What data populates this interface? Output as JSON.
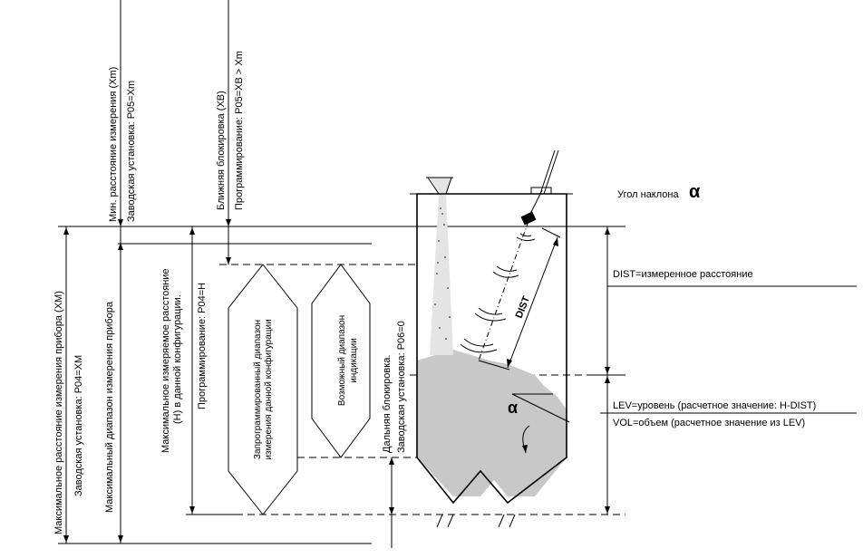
{
  "labels": {
    "xm_title": "Мин. расстояние измерения (Xm)",
    "xm_default": "Заводская установка: P05=Xm",
    "xb_title": "Ближняя блокировка (XB)",
    "xb_program": "Программирование: P05=XB > Xm",
    "max_range_title": "Максимальное расстояние измерения прибора (XM)",
    "max_range_default": "Заводская установка: P04=XM",
    "max_range_span": "Максимальный диапазон измерения прибора",
    "h_title_1": "Максимальное измеряемое расстояние",
    "h_title_2": "(H) в данной конфигурации.",
    "h_program": "Программирование: P04=H",
    "programmed_range_1": "Запрограммированный диапазон",
    "programmed_range_2": "измерения данной конфигурации",
    "display_range_1": "Возможный диапазон",
    "display_range_2": "индикации",
    "far_block_1": "Дальняя блокировка.",
    "far_block_2": "Заводская установка: P06=0",
    "dist_label": "DIST",
    "alpha_symbol": "α",
    "tilt_label": "Угол наклона",
    "dist_desc": "DIST=измеренное расстояние",
    "lev_desc": "LEV=уровень (расчетное значение: H-DIST)",
    "vol_desc": "VOL=объем (расчетное значение из LEV)"
  },
  "colors": {
    "material": "#c8c8c8",
    "line": "#000000"
  }
}
